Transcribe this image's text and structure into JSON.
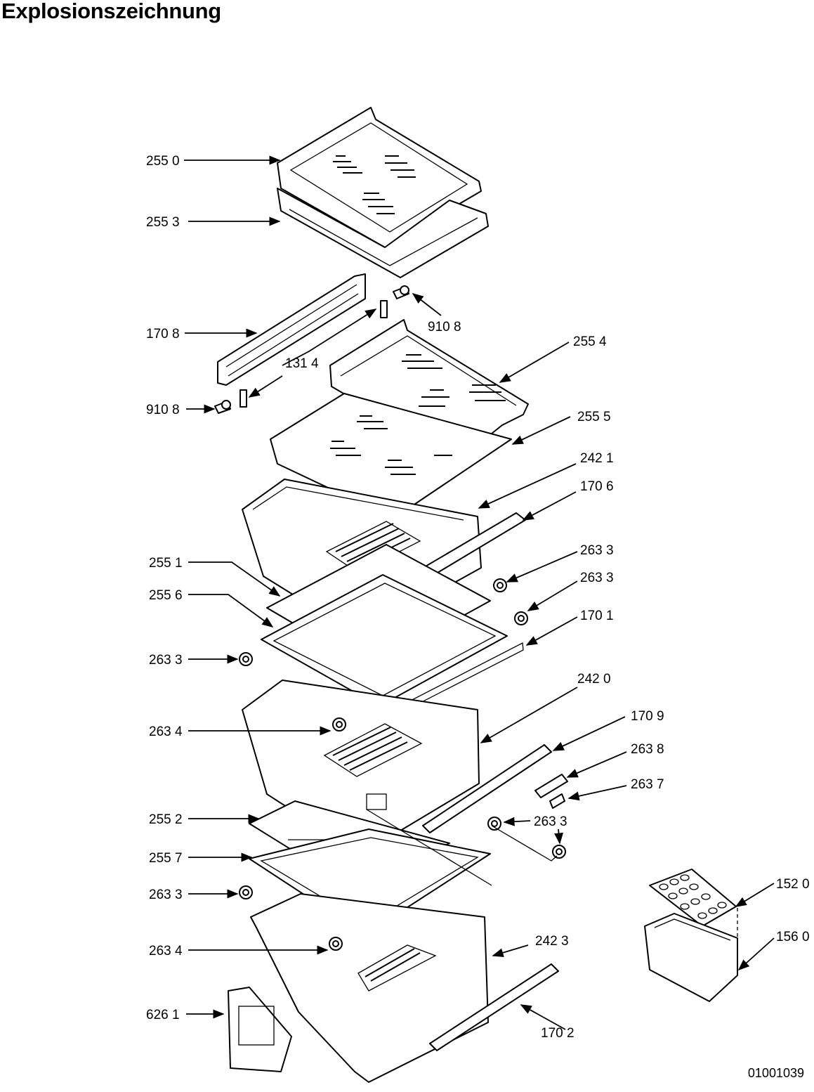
{
  "title": "Explosionszeichnung",
  "document_number": "01001039",
  "labels": {
    "l2550": "255 0",
    "l2553": "255 3",
    "l1708": "170 8",
    "l9108a": "910 8",
    "l1314": "131 4",
    "l9108b": "910 8",
    "l2554": "255 4",
    "l2555": "255 5",
    "l2421": "242 1",
    "l1706": "170 6",
    "l2633a": "263 3",
    "l2633b": "263 3",
    "l2551": "255 1",
    "l2556": "255 6",
    "l1701": "170 1",
    "l2633c": "263 3",
    "l2420": "242 0",
    "l2634a": "263 4",
    "l1709": "170 9",
    "l2638": "263 8",
    "l2637": "263 7",
    "l2552": "255 2",
    "l2633d": "263 3",
    "l2557": "255 7",
    "l2633e": "263 3",
    "l1520": "152 0",
    "l1560": "156 0",
    "l2634b": "263 4",
    "l2423": "242 3",
    "l6261": "626 1",
    "l1702": "170 2"
  }
}
